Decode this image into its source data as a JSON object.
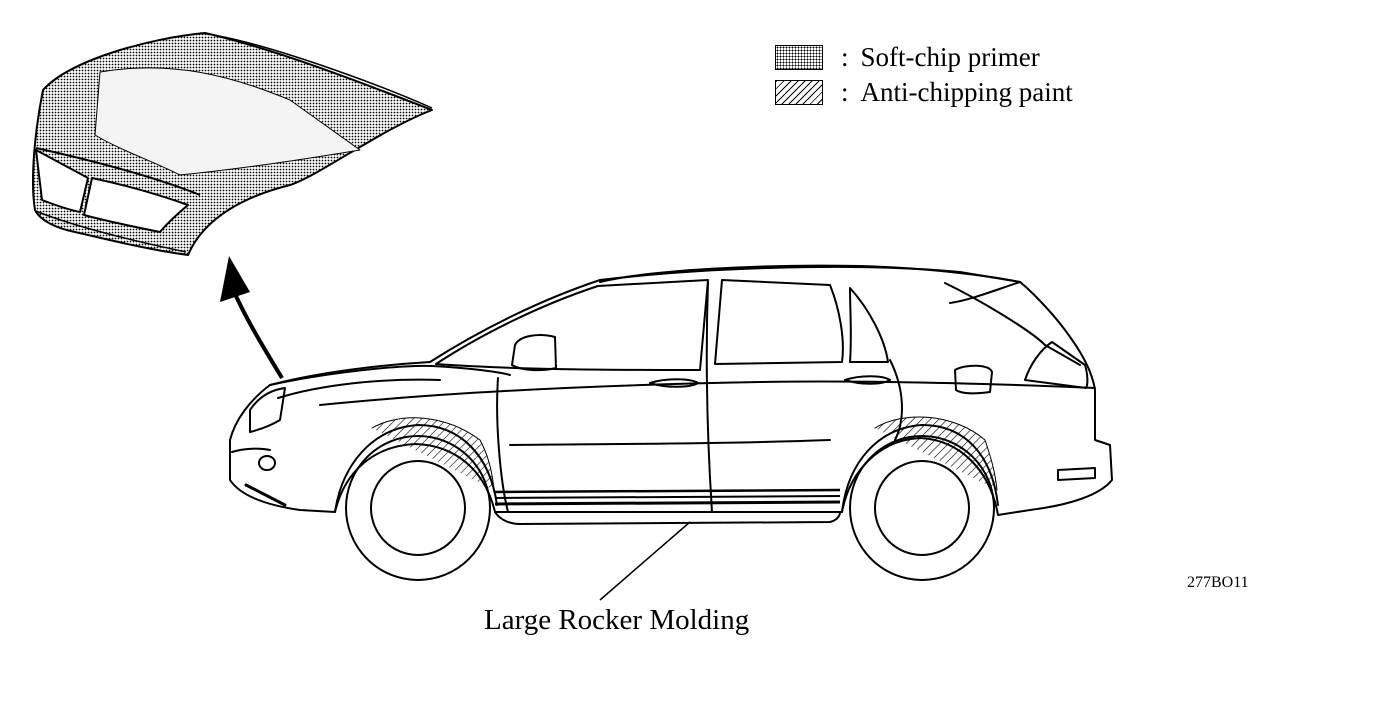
{
  "legend": [
    {
      "label": "Soft-chip primer",
      "pattern": "dots"
    },
    {
      "label": "Anti-chipping paint",
      "pattern": "hatch"
    }
  ],
  "legend_separator": ":",
  "callout": {
    "label": "Large Rocker Molding"
  },
  "figure_code": "277BO11"
}
